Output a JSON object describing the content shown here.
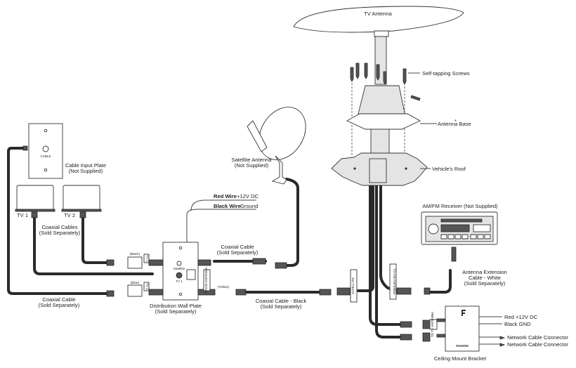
{
  "labels": {
    "tv_antenna": "TV Antenna",
    "self_tapping_screws": "Self-tapping Screws",
    "antenna_base": "Antenna Base",
    "antenna_base_mark": "*",
    "vehicles_roof": "Vehicle's Roof",
    "satellite_antenna_l1": "Satellite Antenna",
    "satellite_antenna_l2": "(Not Supplied)",
    "cable_input_plate_l1": "Cable Input Plate",
    "cable_input_plate_l2": "(Not Supplied)",
    "plate_text": "CABLE",
    "tv1": "TV 1",
    "tv2": "TV 2",
    "coax_cables_l1": "Coaxial Cables",
    "coax_cables_l2": "(Sold Separately)",
    "red_wire": "Red Wire",
    "red_wire_suffix": "+12V DC",
    "black_wire": "Black Wire",
    "black_wire_suffix": "Ground",
    "coax_cable_top_l1": "Coaxial Cable",
    "coax_cable_top_l2": "(Sold Separately)",
    "coax_cable_left_l1": "Coaxial Cable",
    "coax_cable_left_l2": "(Sold Separately)",
    "dwp_l1": "Distribution Wall Plate",
    "dwp_l2": "(Sold Separately)",
    "coax_black_l1": "Coaxial Cable - Black",
    "coax_black_l2": "(Sold Separately)",
    "amfm_receiver": "AM/FM Receiver (Not Supplied)",
    "ant_ext_l1": "Antenna Extension",
    "ant_ext_l2": "Cable - White",
    "ant_ext_l3": "(Sold Separately)",
    "red_12v": "Red +12V DC",
    "black_gnd": "Black GND",
    "net_conn_1": "Network Cable Connector",
    "net_conn_2": "Network Cable Connector",
    "ceiling_bracket": "Ceiling Mount Bracket",
    "tag_black": "(Black)",
    "tag_blue": "(Blue)",
    "tag_yellow": "(Yellow)",
    "tag_tv2": "TV 2",
    "tag_tv1": "TV 1",
    "tag_from_antenna": "FROM ANTENNA",
    "tag_satellite": "SATELLITE",
    "tag_to_tv_antenna": "TO TV ANTENNA",
    "tag_to_am_antenna": "TO AM ANTENNA",
    "plate_sat": "Satellite",
    "plate_tv1": "TV 1",
    "brand_mark": "FUSION"
  }
}
